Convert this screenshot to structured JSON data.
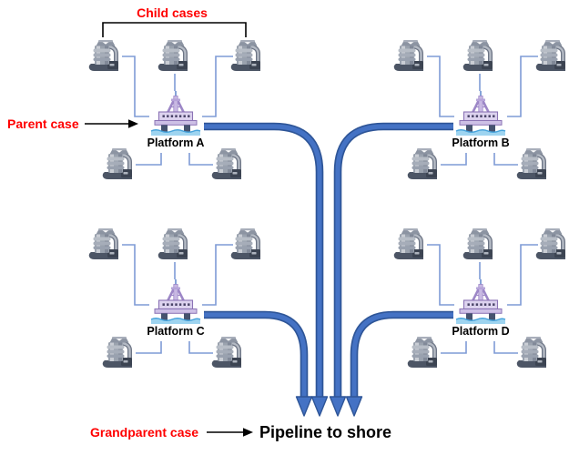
{
  "annotations": {
    "child_cases": "Child cases",
    "parent_case": "Parent case",
    "grandparent_case": "Grandparent case",
    "pipeline_to_shore": "Pipeline to shore"
  },
  "platforms": [
    {
      "id": "A",
      "label": "Platform A",
      "wellheads": 5
    },
    {
      "id": "B",
      "label": "Platform B",
      "wellheads": 5
    },
    {
      "id": "C",
      "label": "Platform C",
      "wellheads": 5
    },
    {
      "id": "D",
      "label": "Platform D",
      "wellheads": 5
    }
  ],
  "icons": {
    "wellhead": "subsea-wellhead-icon",
    "platform": "offshore-platform-icon"
  },
  "colors": {
    "annotation_red": "#FF0000",
    "label_black": "#000000",
    "pipeline_outer": "#2E5597",
    "pipeline_inner": "#4472C4",
    "flowline_blue": "#7E9BD6",
    "platform_lavender": "#DDD3EF",
    "platform_border": "#8B73B5",
    "wellhead_gray": "#9AA2AE",
    "water_blue": "#9ED4F0"
  }
}
